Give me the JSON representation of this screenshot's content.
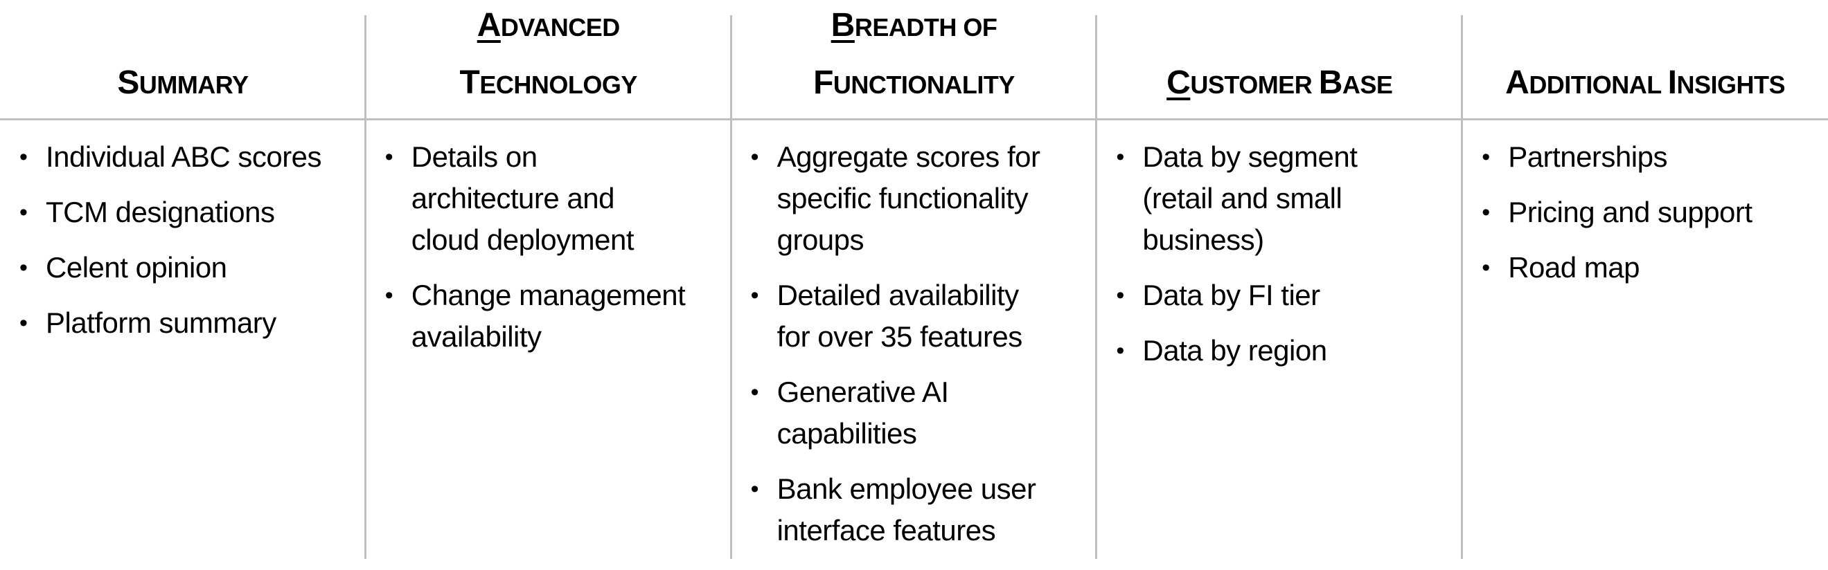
{
  "style": {
    "background": "#ffffff",
    "text_color": "#000000",
    "divider_color": "#bfbfbf"
  },
  "table": {
    "columns": [
      {
        "id": "summary",
        "title": "Summary",
        "header_lines": [
          [
            {
              "t": "S",
              "big": true
            },
            {
              "t": "UMMARY"
            }
          ]
        ],
        "items": [
          "Individual ABC scores",
          "TCM designations",
          "Celent opinion",
          "Platform summary"
        ]
      },
      {
        "id": "advanced-technology",
        "title": "Advanced Technology",
        "header_lines": [
          [
            {
              "t": "A",
              "big": true,
              "u": true
            },
            {
              "t": "DVANCED"
            }
          ],
          [
            {
              "t": "T",
              "big": true
            },
            {
              "t": "ECHNOLOGY"
            }
          ]
        ],
        "items": [
          "Details on\narchitecture and\ncloud deployment",
          "Change management\navailability"
        ]
      },
      {
        "id": "breadth-of-functionality",
        "title": "Breadth of Functionality",
        "header_lines": [
          [
            {
              "t": "B",
              "big": true,
              "u": true
            },
            {
              "t": "READTH "
            },
            {
              "t": "OF"
            }
          ],
          [
            {
              "t": "F",
              "big": true
            },
            {
              "t": "UNCTIONALITY"
            }
          ]
        ],
        "items": [
          "Aggregate scores for\nspecific functionality\ngroups",
          "Detailed availability\nfor over 35 features",
          "Generative AI\ncapabilities",
          "Bank employee user\ninterface features"
        ]
      },
      {
        "id": "customer-base",
        "title": "Customer Base",
        "header_lines": [
          [
            {
              "t": "C",
              "big": true,
              "u": true
            },
            {
              "t": "USTOMER "
            },
            {
              "t": "B",
              "big": true
            },
            {
              "t": "ASE"
            }
          ]
        ],
        "items": [
          "Data by segment\n(retail and small\nbusiness)",
          "Data by FI tier",
          "Data by region"
        ]
      },
      {
        "id": "additional-insights",
        "title": "Additional Insights",
        "header_lines": [
          [
            {
              "t": "A",
              "big": true
            },
            {
              "t": "DDITIONAL "
            },
            {
              "t": "I",
              "big": true
            },
            {
              "t": "NSIGHTS"
            }
          ]
        ],
        "items": [
          "Partnerships",
          "Pricing and support",
          "Road map"
        ]
      }
    ]
  }
}
